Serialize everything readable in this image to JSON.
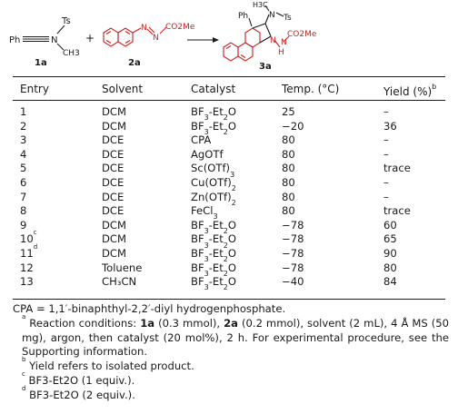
{
  "scheme": {
    "compound_1a": {
      "label": "1a",
      "ph": "Ph",
      "n": "N",
      "ts": "Ts",
      "ch3": "CH3"
    },
    "plus": "+",
    "compound_2a": {
      "label": "2a",
      "n1": "N",
      "n2": "N",
      "co2me": "CO2Me"
    },
    "compound_3a": {
      "label": "3a",
      "h3c": "H3C",
      "n_top": "N",
      "ts": "Ts",
      "ph": "Ph",
      "n_ring": "N",
      "nh_n": "N",
      "nh_h": "H",
      "co2me": "CO2Me"
    }
  },
  "table": {
    "headers": {
      "entry": "Entry",
      "solvent": "Solvent",
      "catalyst": "Catalyst",
      "temp": "Temp. (°C)",
      "yield": "Yield (%)",
      "yield_mark": "b"
    },
    "rows": [
      {
        "entry": "1",
        "mark": "",
        "solvent": "DCM",
        "cat_a": "BF",
        "cat_sub1": "3",
        "cat_b": "-Et",
        "cat_sub2": "2",
        "cat_c": "O",
        "temp": "25",
        "yield": "–"
      },
      {
        "entry": "2",
        "mark": "",
        "solvent": "DCM",
        "cat_a": "BF",
        "cat_sub1": "3",
        "cat_b": "-Et",
        "cat_sub2": "2",
        "cat_c": "O",
        "temp": "−20",
        "yield": "36"
      },
      {
        "entry": "3",
        "mark": "",
        "solvent": "DCE",
        "cat_a": "CPA",
        "cat_sub1": "",
        "cat_b": "",
        "cat_sub2": "",
        "cat_c": "",
        "temp": "80",
        "yield": "–"
      },
      {
        "entry": "4",
        "mark": "",
        "solvent": "DCE",
        "cat_a": "AgOTf",
        "cat_sub1": "",
        "cat_b": "",
        "cat_sub2": "",
        "cat_c": "",
        "temp": "80",
        "yield": "–"
      },
      {
        "entry": "5",
        "mark": "",
        "solvent": "DCE",
        "cat_a": "Sc(OTf)",
        "cat_sub1": "3",
        "cat_b": "",
        "cat_sub2": "",
        "cat_c": "",
        "temp": "80",
        "yield": "trace"
      },
      {
        "entry": "6",
        "mark": "",
        "solvent": "DCE",
        "cat_a": "Cu(OTf)",
        "cat_sub1": "2",
        "cat_b": "",
        "cat_sub2": "",
        "cat_c": "",
        "temp": "80",
        "yield": "–"
      },
      {
        "entry": "7",
        "mark": "",
        "solvent": "DCE",
        "cat_a": "Zn(OTf)",
        "cat_sub1": "2",
        "cat_b": "",
        "cat_sub2": "",
        "cat_c": "",
        "temp": "80",
        "yield": "–"
      },
      {
        "entry": "8",
        "mark": "",
        "solvent": "DCE",
        "cat_a": "FeCl",
        "cat_sub1": "3",
        "cat_b": "",
        "cat_sub2": "",
        "cat_c": "",
        "temp": "80",
        "yield": "trace"
      },
      {
        "entry": "9",
        "mark": "",
        "solvent": "DCM",
        "cat_a": "BF",
        "cat_sub1": "3",
        "cat_b": "-Et",
        "cat_sub2": "2",
        "cat_c": "O",
        "temp": "−78",
        "yield": "60"
      },
      {
        "entry": "10",
        "mark": "c",
        "solvent": "DCM",
        "cat_a": "BF",
        "cat_sub1": "3",
        "cat_b": "-Et",
        "cat_sub2": "2",
        "cat_c": "O",
        "temp": "−78",
        "yield": "65"
      },
      {
        "entry": "11",
        "mark": "d",
        "solvent": "DCM",
        "cat_a": "BF",
        "cat_sub1": "3",
        "cat_b": "-Et",
        "cat_sub2": "2",
        "cat_c": "O",
        "temp": "−78",
        "yield": "90"
      },
      {
        "entry": "12",
        "mark": "",
        "solvent": "Toluene",
        "cat_a": "BF",
        "cat_sub1": "3",
        "cat_b": "-Et",
        "cat_sub2": "2",
        "cat_c": "O",
        "temp": "−78",
        "yield": "80"
      },
      {
        "entry": "13",
        "mark": "",
        "solvent": "CH₃CN",
        "cat_a": "BF",
        "cat_sub1": "3",
        "cat_b": "-Et",
        "cat_sub2": "2",
        "cat_c": "O",
        "temp": "−40",
        "yield": "84"
      }
    ]
  },
  "notes": {
    "cpa": "CPA = 1,1′-binaphthyl-2,2′-diyl hydrogenphosphate.",
    "a_mark": "a",
    "a_p1": "Reaction conditions: ",
    "a_b1": "1a",
    "a_p2": " (0.3 mmol), ",
    "a_b2": "2a",
    "a_p3": " (0.2 mmol), solvent (2 mL), 4 Å MS (50 mg), argon, then catalyst (20 mol%), 2 h. For experimental procedure, see the Supporting information.",
    "b_mark": "b",
    "b_text": "Yield refers to isolated product.",
    "c_mark": "c",
    "c_text": "BF3-Et2O (1 equiv.).",
    "d_mark": "d",
    "d_text": "BF3-Et2O (2 equiv.)."
  }
}
